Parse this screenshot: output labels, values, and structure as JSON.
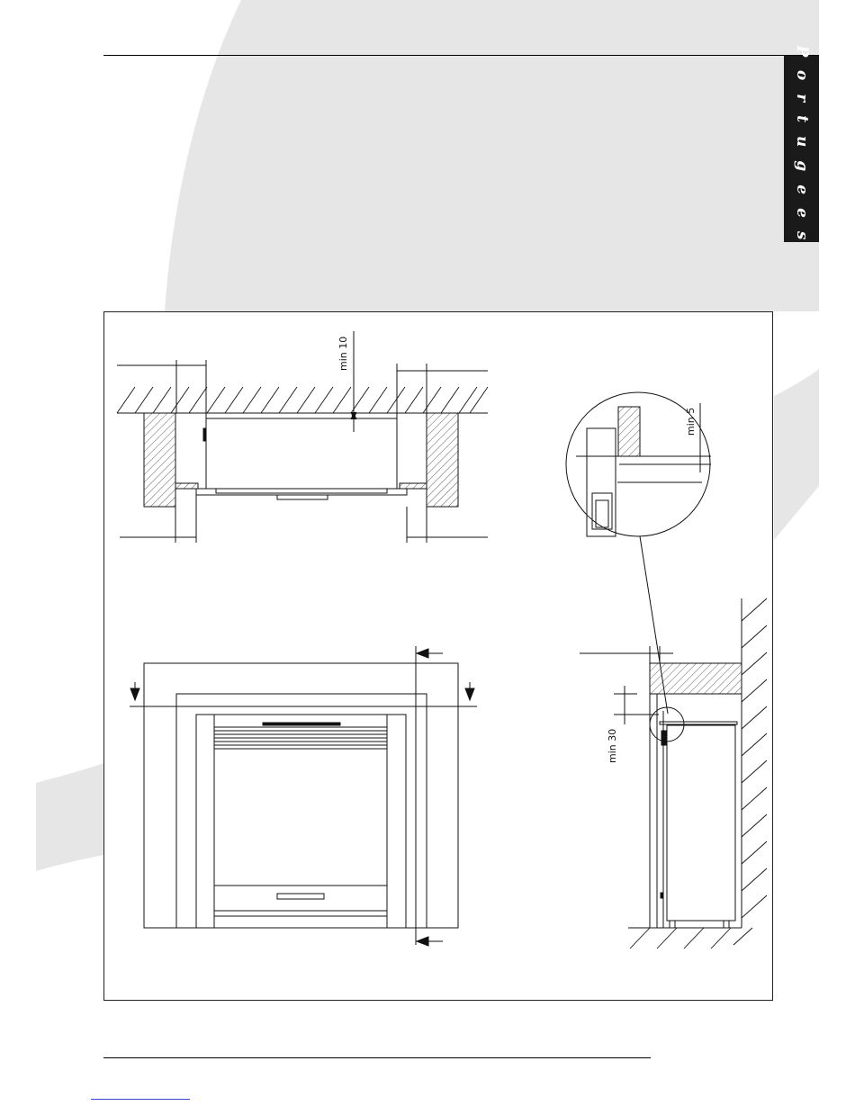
{
  "sidebar_tab": {
    "label": "Portugees"
  },
  "dimensions": {
    "top_gap": "min 10",
    "detail_gap": "min 5",
    "side_gap": "min 30"
  }
}
